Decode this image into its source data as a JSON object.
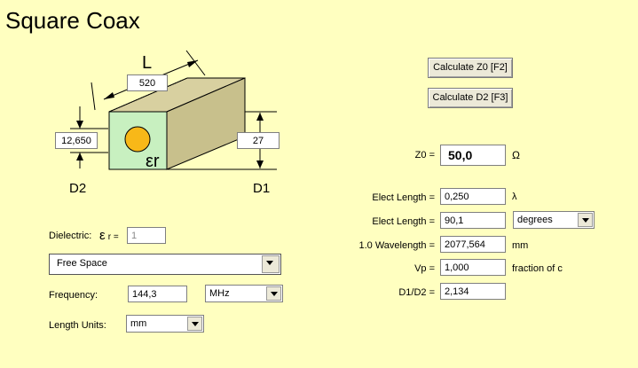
{
  "app": {
    "title": "Square Coax"
  },
  "diagram": {
    "label_L": "L",
    "label_D2": "D2",
    "label_D1": "D1",
    "label_er": "εr",
    "value_L": "520",
    "value_D2": "12,650",
    "value_D1": "27"
  },
  "buttons": {
    "calc_z0": "Calculate Z0  [F2]",
    "calc_d2": "Calculate D2  [F3]"
  },
  "results": {
    "z0_label": "Z0 =",
    "z0_value": "50,0",
    "z0_unit": "Ω",
    "elect_length_label_1": "Elect Length =",
    "elect_length_wl": "0,250",
    "elect_length_wl_unit": "λ",
    "elect_length_label_2": "Elect Length =",
    "elect_length_deg": "90,1",
    "elect_length_deg_units": "degrees",
    "wavelength_label": "1.0 Wavelength =",
    "wavelength_value": "2077,564",
    "wavelength_unit": "mm",
    "vp_label": "Vp =",
    "vp_value": "1,000",
    "vp_unit": "fraction of c",
    "ratio_label": "D1/D2 =",
    "ratio_value": "2,134"
  },
  "inputs": {
    "dielectric_label": "Dielectric:",
    "er_label_sym": "ε",
    "er_label_tail": "r =",
    "er_value": "1",
    "dielectric_selected": "Free Space",
    "frequency_label": "Frequency:",
    "frequency_value": "144,3",
    "frequency_units": "MHz",
    "length_units_label": "Length Units:",
    "length_units_value": "mm"
  },
  "colors": {
    "background": "#FFFFC0",
    "box_front": "#C8F0C0",
    "box_side": "#C8C08C",
    "box_top": "#D8D0A0",
    "conductor": "#F8B818"
  }
}
